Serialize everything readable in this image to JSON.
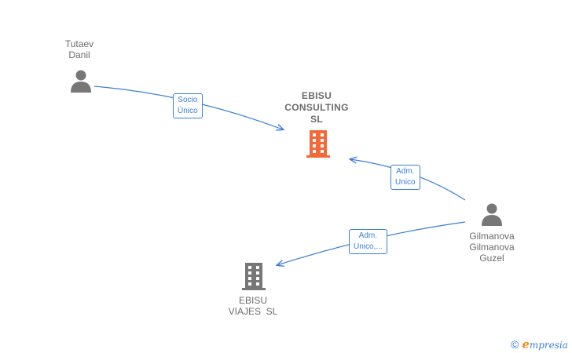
{
  "nodes": {
    "tutaev": {
      "line1": "Tutaev",
      "line2": "Danil"
    },
    "ebisu_consulting": {
      "line1": "EBISU",
      "line2": "CONSULTING",
      "line3": "SL"
    },
    "gilmanova": {
      "line1": "Gilmanova",
      "line2": "Gilmanova",
      "line3": "Guzel"
    },
    "ebisu_viajes": {
      "line1": "EBISU",
      "line2": "VIAJES  SL"
    }
  },
  "edges": {
    "socio": {
      "line1": "Socio",
      "line2": "Único"
    },
    "adm_unico": {
      "line1": "Adm.",
      "line2": "Unico"
    },
    "adm_unico_more": {
      "line1": "Adm.",
      "line2": "Unico,..."
    }
  },
  "brand": {
    "copyright": "©",
    "e": "e",
    "rest": "mpresia"
  },
  "colors": {
    "edge": "#3a7fd5",
    "company_main": "#f26a3a",
    "company": "#777777",
    "person": "#777777"
  }
}
